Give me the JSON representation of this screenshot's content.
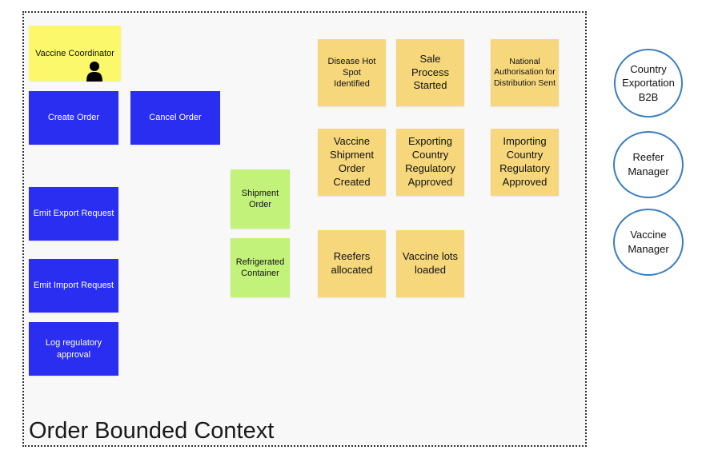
{
  "context": {
    "title": "Order Bounded Context"
  },
  "actor": {
    "label": "Vaccine Coordinator",
    "icon": "person-icon"
  },
  "commands": {
    "create_order": "Create Order",
    "cancel_order": "Cancel Order",
    "emit_export_request": "Emit Export Request",
    "emit_import_request": "Emit Import Request",
    "log_regulatory_approval": "Log regulatory approval"
  },
  "aggregates": {
    "shipment_order": "Shipment Order",
    "refrigerated_container": "Refrigerated Container"
  },
  "events": {
    "disease_hot_spot": "Disease Hot Spot Identified",
    "sale_process": "Sale Process Started",
    "national_authorisation": "National Authorisation for Distribution Sent",
    "vaccine_shipment_order": "Vaccine Shipment Order Created",
    "exporting_country": "Exporting Country Regulatory Approved",
    "importing_country": "Importing Country Regulatory Approved",
    "reefers_allocated": "Reefers allocated",
    "vaccine_lots_loaded": "Vaccine lots loaded"
  },
  "external_systems": {
    "country_exportation": "Country Exportation B2B",
    "reefer_manager": "Reefer Manager",
    "vaccine_manager": "Vaccine Manager"
  },
  "colors": {
    "actor": "#fcf86c",
    "command": "#2a2ef0",
    "aggregate": "#c3f27a",
    "event": "#f6d77c",
    "system_border": "#3b7ec2"
  }
}
